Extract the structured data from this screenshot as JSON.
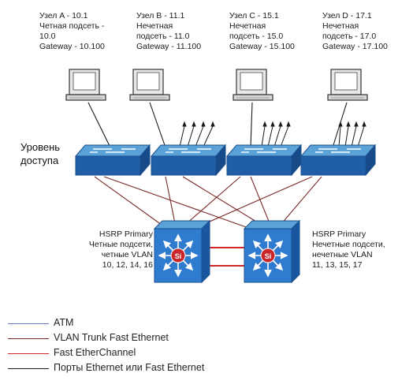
{
  "nodes": [
    {
      "lines": [
        "Узел A - 10.1",
        "Четная подсеть -",
        "10.0",
        "Gateway - 10.100"
      ]
    },
    {
      "lines": [
        "Узел B - 11.1",
        "Нечетная",
        "подсеть - 11.0",
        "Gateway - 11.100"
      ]
    },
    {
      "lines": [
        "Узел C - 15.1",
        "Нечетная",
        "подсеть - 15.0",
        "Gateway - 15.100"
      ]
    },
    {
      "lines": [
        "Узел D - 17.1",
        "Нечетная",
        "подсеть - 17.0",
        "Gateway - 17.100"
      ]
    }
  ],
  "access_layer_label": [
    "Уровень",
    "доступа"
  ],
  "distribution": {
    "left": {
      "lines": [
        "HSRP Primary",
        "Четные подсети,",
        "четные VLAN",
        "10, 12, 14, 16"
      ],
      "badge": "Si"
    },
    "right": {
      "lines": [
        "HSRP Primary",
        "Нечетные подсети,",
        "нечетные VLAN",
        "11, 13, 15, 17"
      ],
      "badge": "Si"
    }
  },
  "legend": [
    {
      "label": "ATM",
      "color": "#6a78c8"
    },
    {
      "label": "VLAN Trunk Fast Ethernet",
      "color": "#7a2a2a"
    },
    {
      "label": "Fast EtherChannel",
      "color": "#d02828"
    },
    {
      "label": "Порты Ethernet или Fast Ethernet",
      "color": "#1a1a1a"
    }
  ],
  "colors": {
    "switch_top": "#5aa2d8",
    "switch_side": "#1f5fa8",
    "l3_face": "#2e7bd0",
    "trunk": "#7a2a2a",
    "etherchannel": "#d02828",
    "ethernet": "#1a1a1a"
  }
}
